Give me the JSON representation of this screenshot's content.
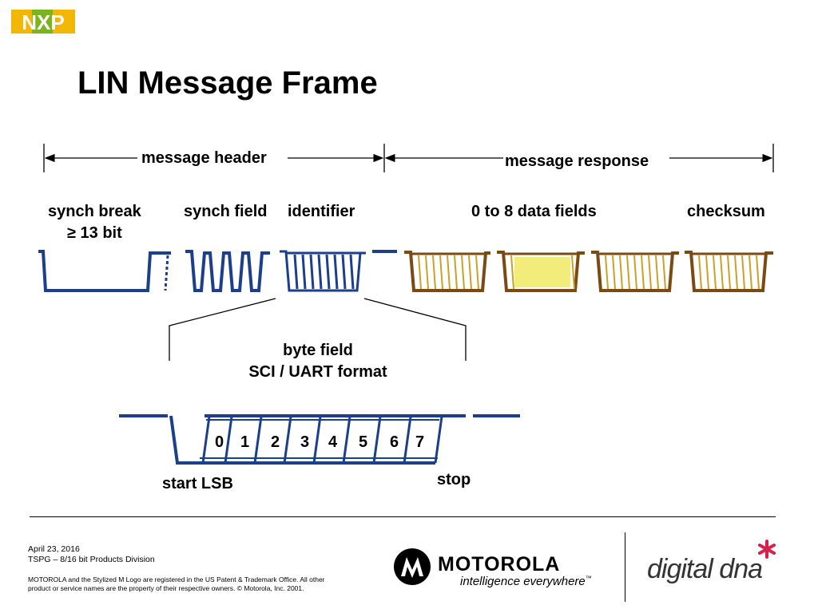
{
  "brand": {
    "nxp_logo_text": "NXP",
    "colors": {
      "frame_blue": "#1c3f8c",
      "response_brown": "#7a4a12",
      "response_fill": "#e9e04a"
    }
  },
  "title": "LIN Message Frame",
  "header": {
    "message_header": "message header",
    "message_response": "message response"
  },
  "fields": {
    "synch_break": "synch break",
    "synch_break_len": "≥ 13 bit",
    "synch_field": "synch field",
    "identifier": "identifier",
    "data_fields": "0 to 8 data fields",
    "checksum": "checksum"
  },
  "byte_field": {
    "title": "byte field",
    "format": "SCI / UART format",
    "bits": [
      "0",
      "1",
      "2",
      "3",
      "4",
      "5",
      "6",
      "7"
    ],
    "start_label": "start LSB",
    "stop_label": "stop"
  },
  "footer": {
    "date": "April 23, 2016",
    "division": "TSPG – 8/16 bit Products Division",
    "legal_line1": "MOTOROLA and the Stylized M Logo are registered in the US Patent & Trademark Office. All other",
    "legal_line2": "product or service names are the property of their respective owners.  © Motorola, Inc. 2001.",
    "motorola": "MOTOROLA",
    "tagline": "intelligence everywhere",
    "tm": "™",
    "digitaldna": "digital dna"
  }
}
